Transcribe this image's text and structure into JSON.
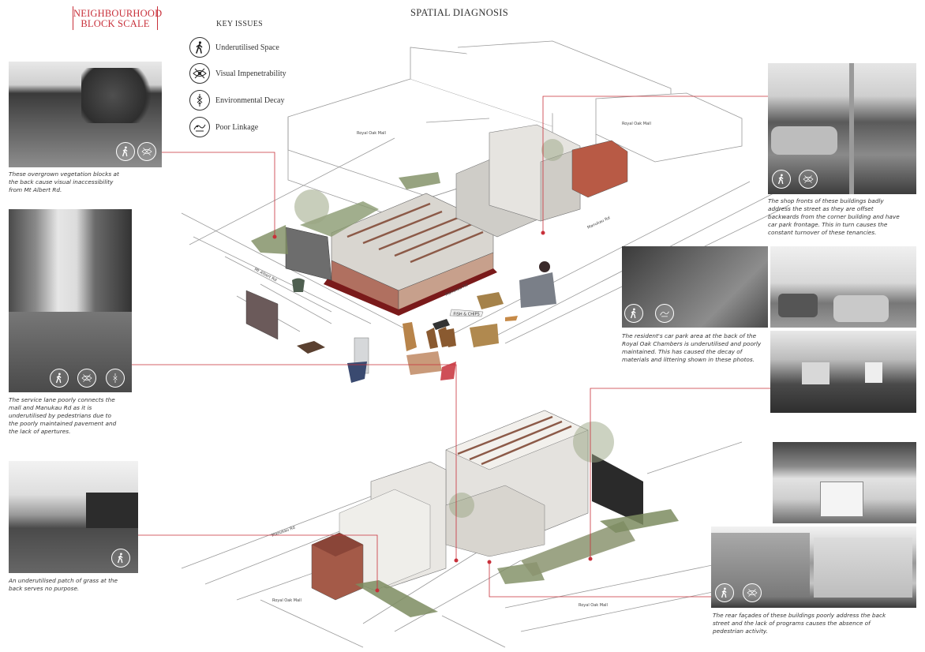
{
  "header": {
    "scale_title_line1": "NEIGHBOURHOOD",
    "scale_title_line2": "BLOCK SCALE",
    "main_title": "SPATIAL DIAGNOSIS"
  },
  "key": {
    "title": "KEY ISSUES",
    "items": [
      {
        "label": "Underutilised Space",
        "icon": "pedestrian-icon"
      },
      {
        "label": "Visual Impenetrability",
        "icon": "crossed-eye-icon"
      },
      {
        "label": "Environmental Decay",
        "icon": "arrows-x-icon"
      },
      {
        "label": "Poor Linkage",
        "icon": "linkage-icon"
      }
    ]
  },
  "captions": {
    "vegetation": "These overgrown vegetation blocks at the back cause visual inaccessibility from Mt Albert Rd.",
    "service_lane": "The service lane poorly connects the mall and Manukau Rd as it is underutilised by pedestrians due to the poorly maintained pavement and the lack of apertures.",
    "grass_patch": "An underutilised patch of grass at the back serves no purpose.",
    "shop_fronts": "The shop fronts of these buildings badly address the street as they are offset backwards from the corner building and have car park frontage. This in turn causes the constant turnover of these tenancies.",
    "car_park": "The resident's car park area at the back of the Royal Oak Chambers is underutilised and poorly maintained. This has caused the decay of materials and littering shown in these photos.",
    "rear_facades": "The rear façades of these buildings poorly address the back street and the lack of programs  causes the absence of pedestrian activity."
  },
  "road_labels": {
    "royal_oak_mall_top_a": "Royal Oak Mall",
    "royal_oak_mall_top_b": "Royal Oak Mall",
    "mt_albert_rd": "Mt Albert Rd",
    "manukau_rd_top": "Manukau Rd",
    "manukau_rd_mid": "Manukau Rd",
    "manukau_rd_bottom": "Manukau Rd",
    "royal_oak_mall_bottom_a": "Royal Oak Mall",
    "royal_oak_mall_bottom_b": "Royal Oak Mall"
  },
  "shop_sign": "FISH & CHIPS",
  "colors": {
    "accent_red": "#c8303a",
    "line": "#333333"
  }
}
